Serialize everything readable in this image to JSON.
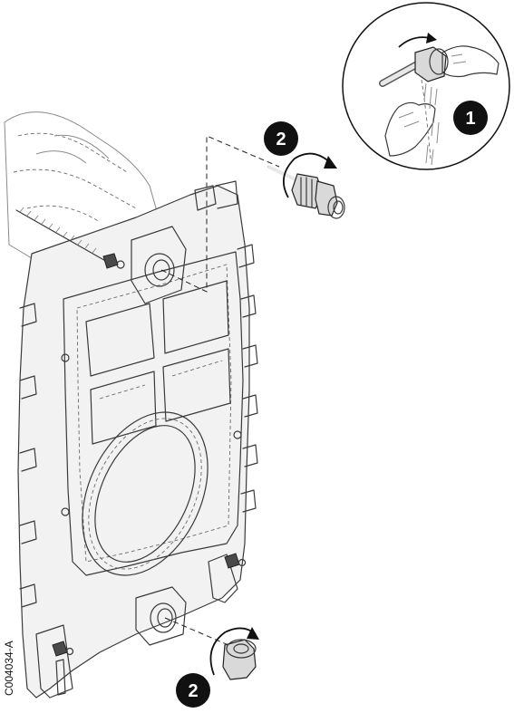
{
  "figure": {
    "reference_code": "C004034-A",
    "steps": [
      {
        "label": "1"
      },
      {
        "label": "2"
      },
      {
        "label": "2"
      }
    ]
  }
}
